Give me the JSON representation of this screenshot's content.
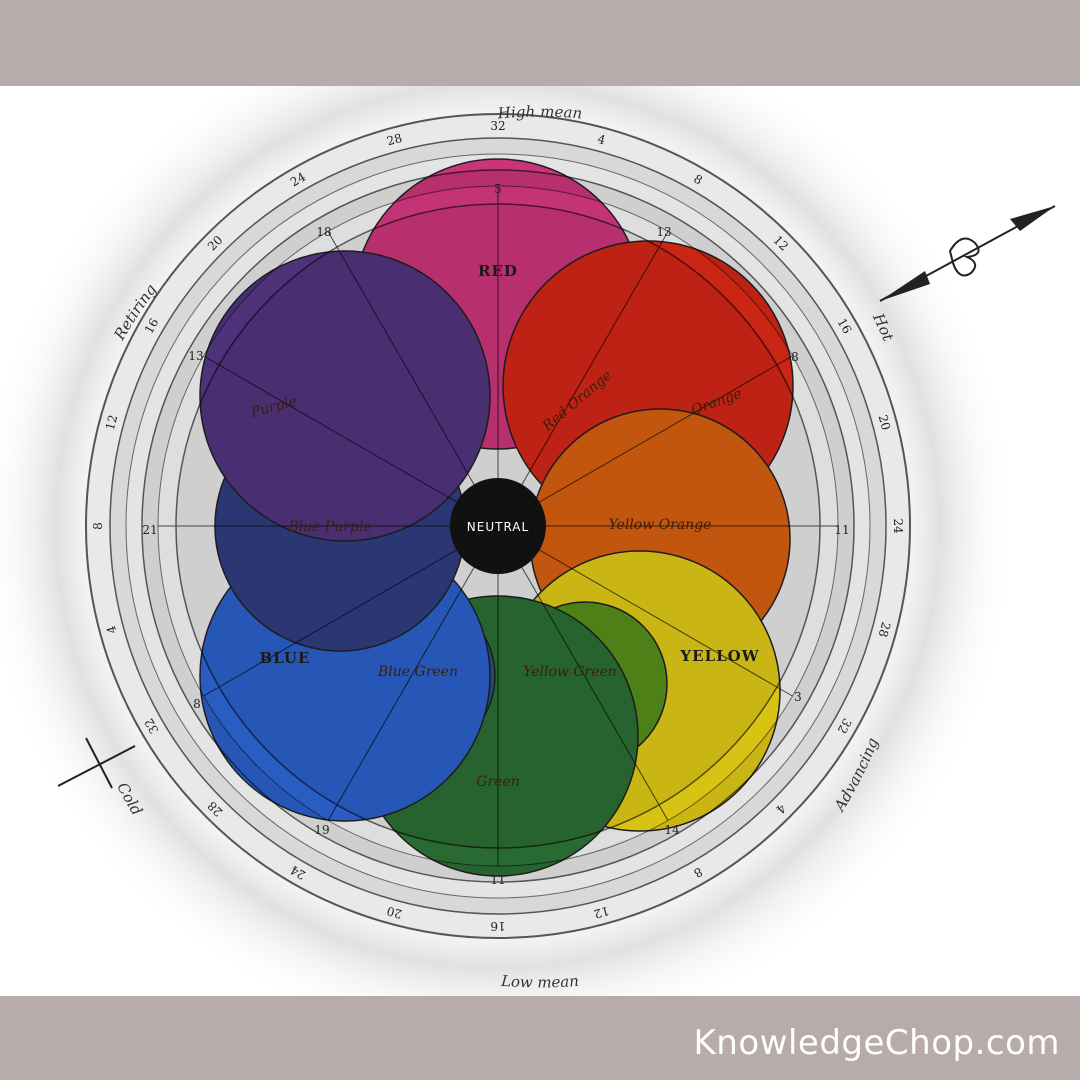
{
  "footer": {
    "site": "KnowledgeChop.com"
  },
  "ring_labels": {
    "top": "High mean",
    "bottom": "Low mean",
    "left": "Retiring",
    "right": "Hot",
    "lower_left": "Cold",
    "lower_right": "Advancing"
  },
  "center": {
    "label": "NEUTRAL"
  },
  "hues": {
    "red": "RED",
    "red_orange": "Red Orange",
    "orange": "Orange",
    "yellow_orange": "Yellow Orange",
    "yellow": "YELLOW",
    "yellow_green": "Yellow Green",
    "green": "Green",
    "blue_green": "Blue Green",
    "blue": "BLUE",
    "blue_purple": "Blue Purple",
    "purple": "Purple"
  },
  "outer_numbers": [
    "32",
    "4",
    "8",
    "12",
    "16",
    "20",
    "24",
    "28",
    "32",
    "4",
    "8",
    "12",
    "16",
    "20",
    "24",
    "28",
    "32",
    "4",
    "8",
    "12",
    "16",
    "20",
    "24",
    "28"
  ],
  "inner_numbers": {
    "top": "5",
    "top_right": "13",
    "right_upper": "8",
    "right": "11",
    "right_lower": "3",
    "bottom_right": "14",
    "bottom": "11",
    "bottom_left": "19",
    "left_lower": "8",
    "left": "21",
    "left_upper": "13",
    "top_left": "18"
  },
  "colors": {
    "red": "#e23a86",
    "red_orange": "#e8231d",
    "orange": "#f04a12",
    "yellow_orange": "#ee6a0c",
    "yellow": "#f6dc14",
    "yellow_green": "#5d9e1c",
    "green": "#2f7a3a",
    "blue_green": "#225f86",
    "blue": "#2f6be0",
    "blue_purple": "#34448c",
    "purple": "#5a3a8c",
    "neutral": "#111111",
    "band": "#b8acaa"
  }
}
